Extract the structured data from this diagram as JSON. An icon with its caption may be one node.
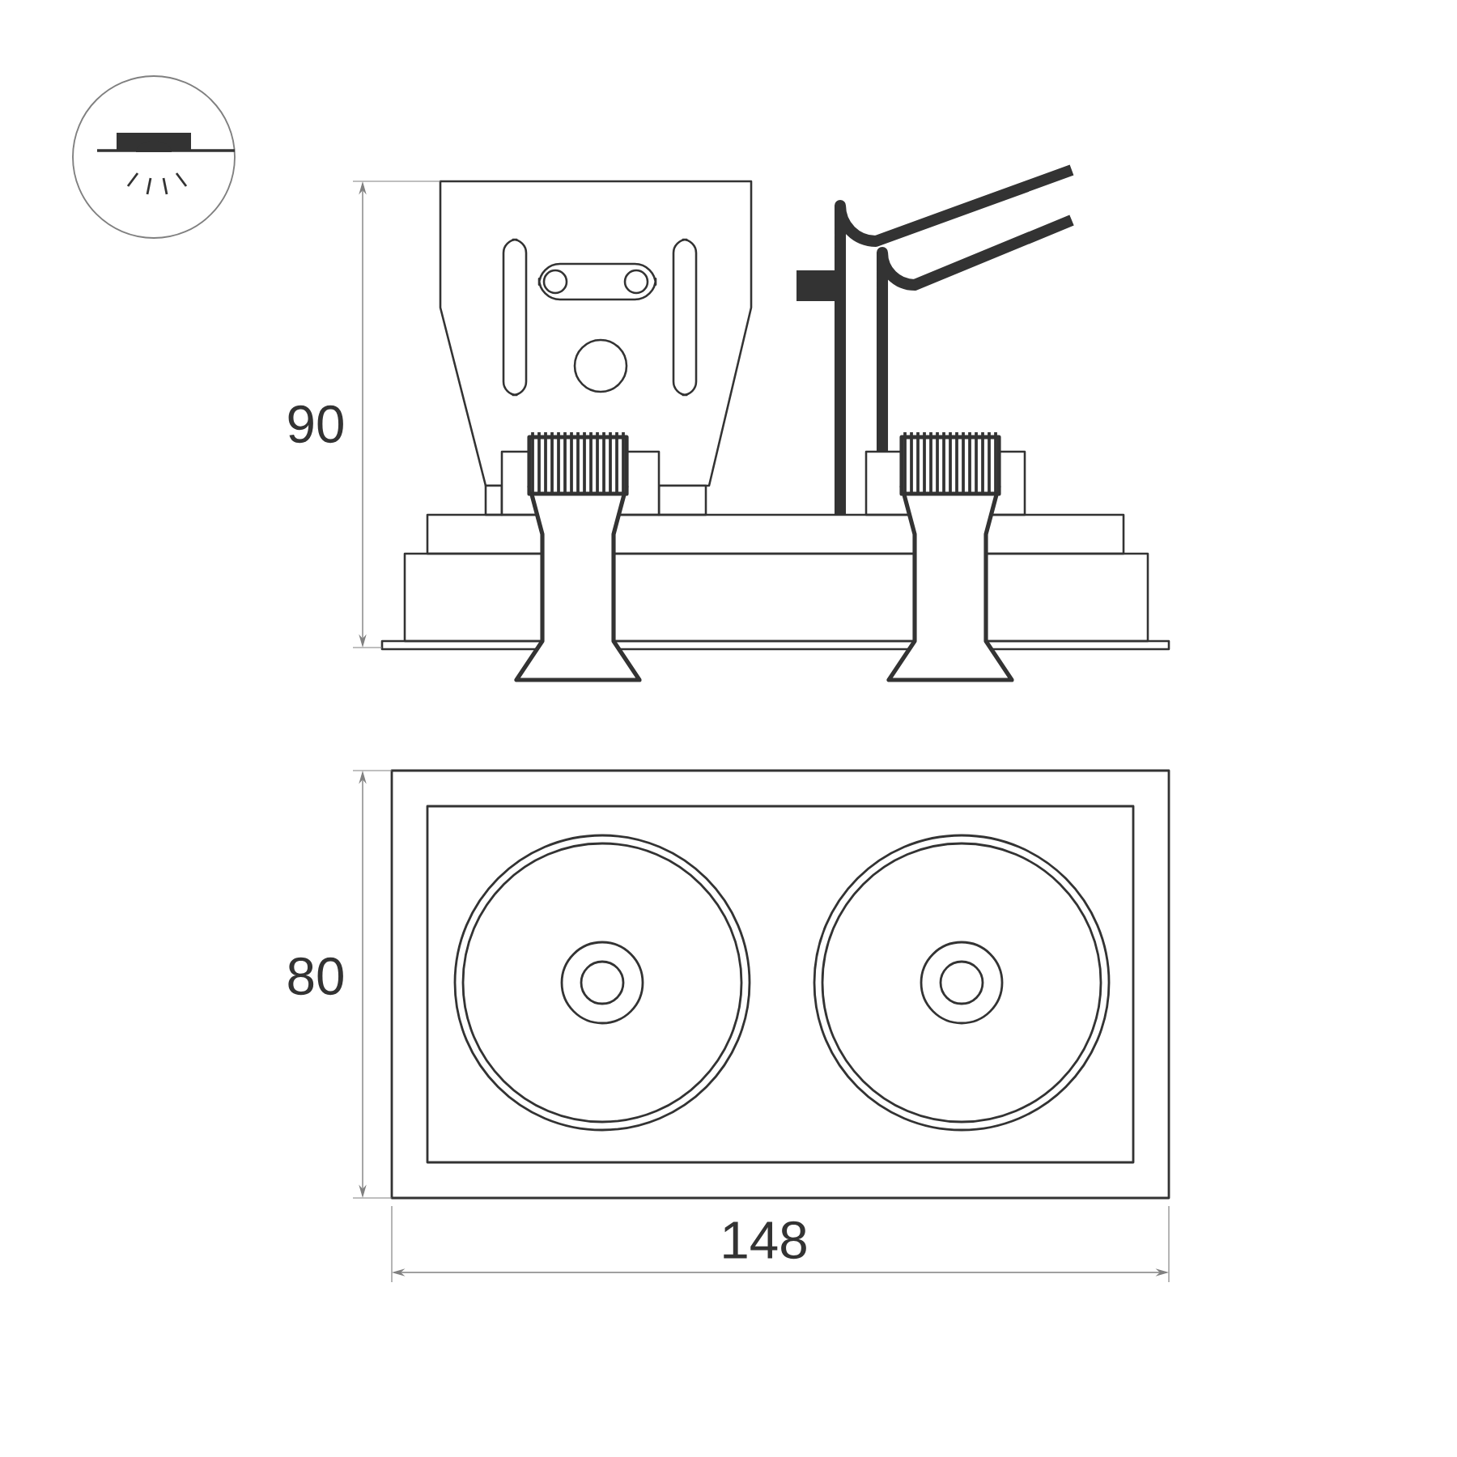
{
  "diagram": {
    "labels": [
      "90",
      "80",
      "148"
    ]
  }
}
